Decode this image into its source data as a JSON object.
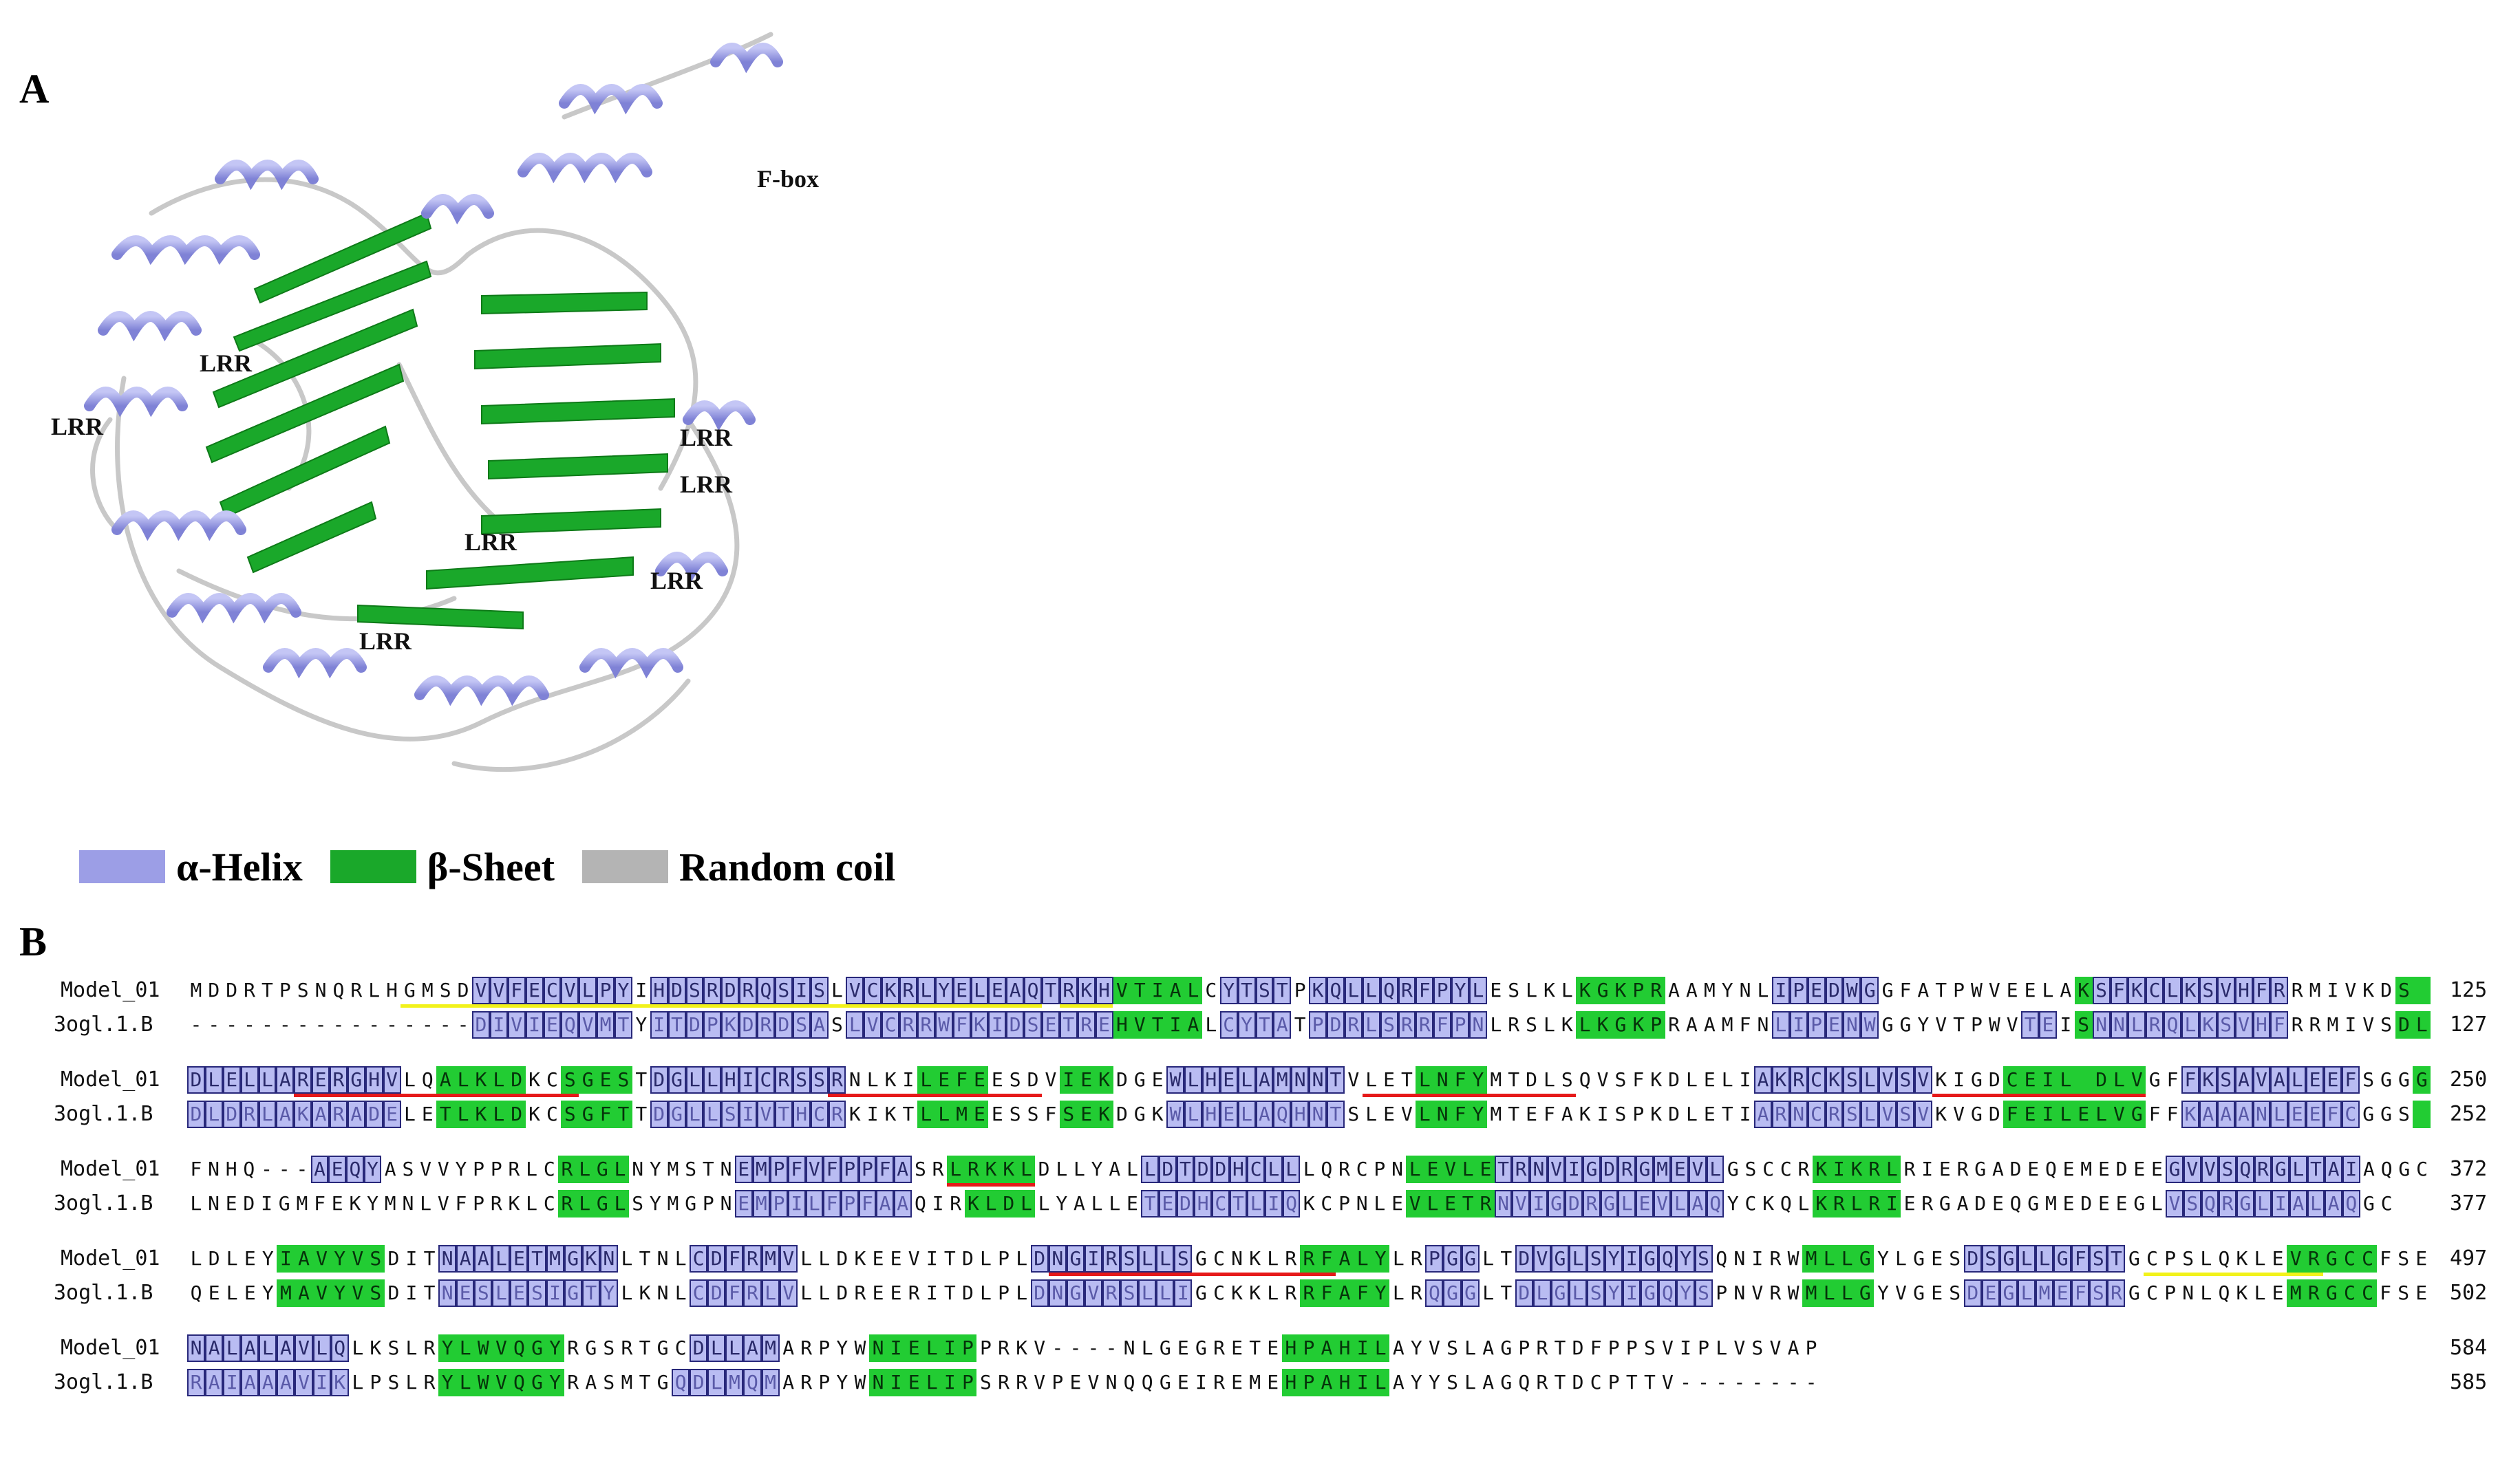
{
  "panels": {
    "a": "A",
    "b": "B"
  },
  "structure_labels": {
    "fbox": "F-box",
    "lrr": "LRR"
  },
  "legend": [
    {
      "label": "α-Helix",
      "color": "#9c9ee6"
    },
    {
      "label": "β-Sheet",
      "color": "#1aa82a"
    },
    {
      "label": "Random coil",
      "color": "#b4b4b4"
    }
  ],
  "alignment": {
    "names": [
      "Model_01",
      "3ogl.1.B"
    ],
    "blocks": [
      {
        "model": "MDDRTPSNQRLHGMSDVVFECVLPYIHDSRDRQSISLVCKRLYELEAQTRKHVTIALCYTSTPKQLLQRFPYLESLKLKGKPRAAMYNLIPEDWGGFATPWVEELAKSFKCLKSVHFRRMIVKDS",
        "template": "----------------DIVIEQVMTYITDPKDRDSASLVCRRWFKIDSETREHVTIALCYTATPDRLSRRFPNLRSLKLKGKPRAAMFNLIPENWGGYVTPWVTEISNNLRQLKSVHFRRMIVSDL",
        "end_model": "125",
        "end_template": "127",
        "model_ss": "...............-hhhhhhhhh-hhhhhhhhhh-hhhhhhhhhhhhhhheeeee-hhhh-hhhhhhhhhh-----eeeee------hhhhhh-----------ehhhhhhhhhhh------eeeee-ee---hh",
        "template_ss": "................hhhhhhhhh-hhhhhhhhhh-hhhhhhhhhhhhhhheeeee-hhhh-hhhhhhhhhh-----eeeee------hhhhhh--------hh-ehhhhhhhhhhh------eeeee-ee---hh",
        "underlines": [
          {
            "color": "yellow",
            "start": 12,
            "end": 48
          },
          {
            "color": "yellow",
            "start": 49,
            "end": 52
          }
        ]
      },
      {
        "model": "DLELLARERGHVLQALKLDKCSGESTDGLLHICRSSRNLKILEFEESDVIEKDGEWLHELAMNNTVLETLNFYMTDLSQVSFKDLELIAKRCKSLVSVKIGDCEIL DLVGFFKSAVALEEFSGGG",
        "template": "DLDRLAKARADELETLKLDKCSGFTTDGLLSIVTHCRKIKTLLMEESSFSEKDGKWLHELAQHNTSLEVLNFYMTEFAKISPKDLETIARNCRSLVSVKVGDFEILELVGFFKAAANLEEFCGGS",
        "end_model": "250",
        "end_template": "252",
        "model_ss": "hhhhhhhhhhhh--eeeee--eeee-hhhhhhhhhhh----eeee----eee---hhhhhhhhhh----eeee---------------hhhhhhhhhh----eeeeeeee--hhhhhhhhhh---eeeeee",
        "template_ss": "hhhhhhhhhhhh--eeeee--eeee-hhhhhhhhhhh----eeee----eee---hhhhhhhhhh----eeee---------------hhhhhhhhhh----eeeeeeee--hhhhhhhhhh---eeeeee",
        "underlines": [
          {
            "color": "red",
            "start": 6,
            "end": 22
          },
          {
            "color": "red",
            "start": 36,
            "end": 48
          },
          {
            "color": "red",
            "start": 66,
            "end": 78
          },
          {
            "color": "red",
            "start": 98,
            "end": 110
          }
        ]
      },
      {
        "model": "FNHQ---AEQYASVVYPPRLCRLGLNYMSTNEMPFVFPPFASRLRKKLDLLYALLDTDDHCLLLQRCPNLEVLETRNVIGDRGMEVLGSCCRKIKRLRIERGADEQEMEDEEGVVSQRGLTAIAQGC",
        "template": "LNEDIGMFEKYMNLVFPRKLCRLGLSYMGPNEMPILFPFAAQIRKLDLLYALLETEDHCTLIQKCPNLEVLETRNVIGDRGLEVLAQYCKQLKRLRIERGADEQGMEDEEGLVSQRGLIALAQGC",
        "end_model": "372",
        "end_template": "377",
        "model_ss": "-------hhhh----------eeee------hhhhhhhhhh--eeeee------hhhhhhhhh------eeeeehhhhhhhhhhhhh-----eeeee---------------hhhhhhhhhhh",
        "template_ss": "---------------------eeee------hhhhhhhhhh---eeee------hhhhhhhhh------eeeeehhhhhhhhhhhhh-----eeeee---------------hhhhhhhhhhh",
        "underlines": [
          {
            "color": "red",
            "start": 43,
            "end": 48
          }
        ]
      },
      {
        "model": "LDLEYIAVYVSDITNAALETMGKNLTNLCDFRMVLLDKEEVITDLPLDNGIRSLLSGCNKLRRFALYLRPGGLTDVGLSYIGQYSQNIRWMLLGYLGESDSGLLGFSTGCPSLQKLEVRGCCFSE",
        "template": "QELEYMAVYVSDITNESLESIGTYLKNLCDFRLVLLDREERITDLPLDNGVRSLLIGCKKLRRFAFYLRQGGLTDLGLSYIGQYSPNVRWMLLGYVGESDEGLMEFSRGCPNLQKLEMRGCCFSE",
        "end_model": "497",
        "end_template": "502",
        "model_ss": "-----eeeeee---hhhhhhhhhh----hhhhhh-------------hhhhhhhhh------eeeee--hhh--hhhhhhhhhhh-----eeee-----hhhhhhhhh---------eeeee----ee",
        "template_ss": "-----eeeeee---hhhhhhhhhh----hhhhhh-------------hhhhhhhhh------eeeee--hhh--hhhhhhhhhhh-----eeee-----hhhhhhhhh---------eeeee----hh",
        "underlines": [
          {
            "color": "red",
            "start": 48,
            "end": 64
          },
          {
            "color": "yellow",
            "start": 109,
            "end": 119
          }
        ]
      },
      {
        "model": "NALALAVLQLKSLRYLWVQGYRGSRTGCDLLAMARPYWNIELIPPRKV----NLGEGRETEHPAHILAYVSLAGPRTDFPPSVIPLVSVAP",
        "template": "RAIAAAVIKLPSLRYLWVQGYRASMTGQDLMQMARPYWNIELIPSRRVPEVNQQGEIREMEHPAHILAYYSLAGQRTDCPTTV--------",
        "end_model": "584",
        "end_template": "585",
        "model_ss": "hhhhhhhhh-----eeeeeee-------hhhhh-----eeeeee-----------------eeeeee------------------------",
        "template_ss": "hhhhhhhhh-----eeeeeee------hhhhhh-----eeeeee-----------------eeeeee------------------------",
        "underlines": []
      }
    ]
  }
}
